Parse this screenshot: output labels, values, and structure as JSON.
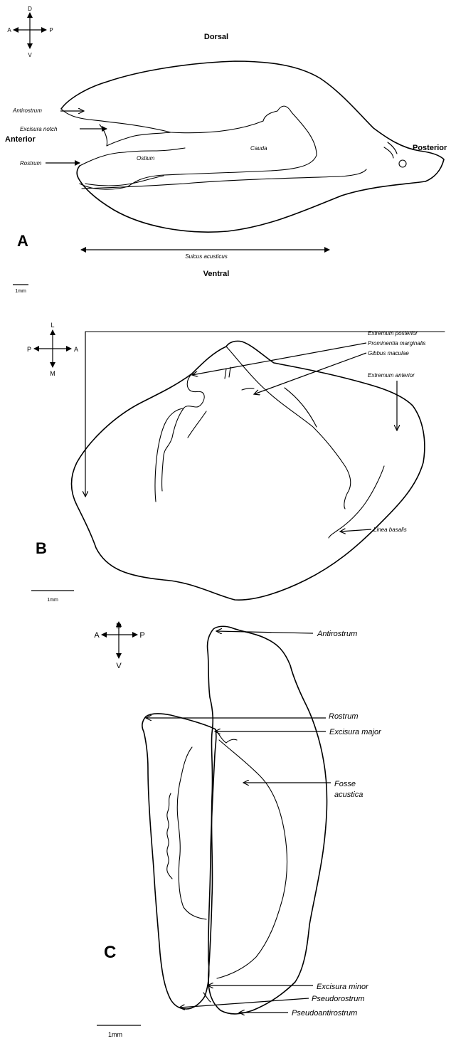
{
  "compass": {
    "a": {
      "up": "D",
      "down": "V",
      "left": "A",
      "right": "P"
    },
    "b": {
      "up": "L",
      "down": "M",
      "left": "P",
      "right": "A"
    },
    "c": {
      "up": "D",
      "down": "V",
      "left": "A",
      "right": "P"
    }
  },
  "panel_a": {
    "letter": "A",
    "dorsal": "Dorsal",
    "ventral": "Ventral",
    "anterior": "Anterior",
    "posterior": "Posterior",
    "antirostrum": "Antirostrum",
    "excisura_notch": "Excisura notch",
    "rostrum": "Rostrum",
    "ostium": "Ostium",
    "cauda": "Cauda",
    "sulcus": "Sulcus acusticus",
    "scale": "1mm"
  },
  "panel_b": {
    "letter": "B",
    "extremum_posterior": "Extremum posterior",
    "prominentia": "Prominentia marginalis",
    "gibbus": "Gibbus maculae",
    "extremum_anterior": "Extremum anterior",
    "linea": "Linea basalis",
    "scale": "1mm"
  },
  "panel_c": {
    "letter": "C",
    "antirostrum": "Antirostrum",
    "rostrum": "Rostrum",
    "excisura_major": "Excisura major",
    "fosse1": "Fosse",
    "fosse2": "acustica",
    "excisura_minor": "Excisura minor",
    "pseudorostrum": "Pseudorostrum",
    "pseudoantirostrum": "Pseudoantirostrum",
    "scale": "1mm"
  }
}
